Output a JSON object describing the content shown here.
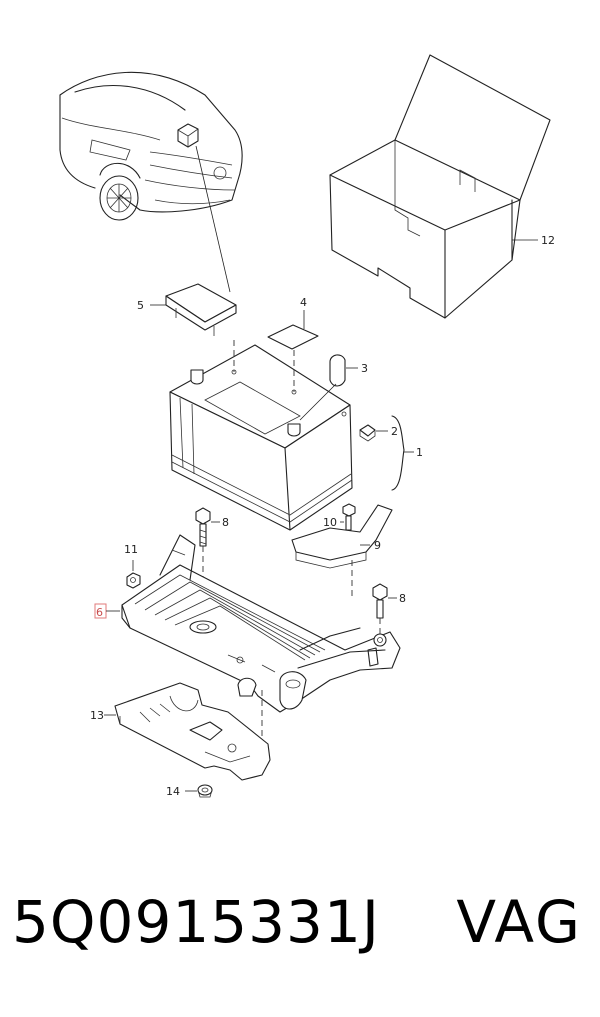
{
  "diagram": {
    "callouts": [
      "1",
      "2",
      "3",
      "4",
      "5",
      "6",
      "8",
      "9",
      "10",
      "11",
      "8",
      "12",
      "13",
      "14"
    ],
    "highlighted_callout": "6",
    "highlight_color": "#e07a7a"
  },
  "caption": {
    "part_number": "5Q0915331J",
    "brand": "VAG"
  }
}
